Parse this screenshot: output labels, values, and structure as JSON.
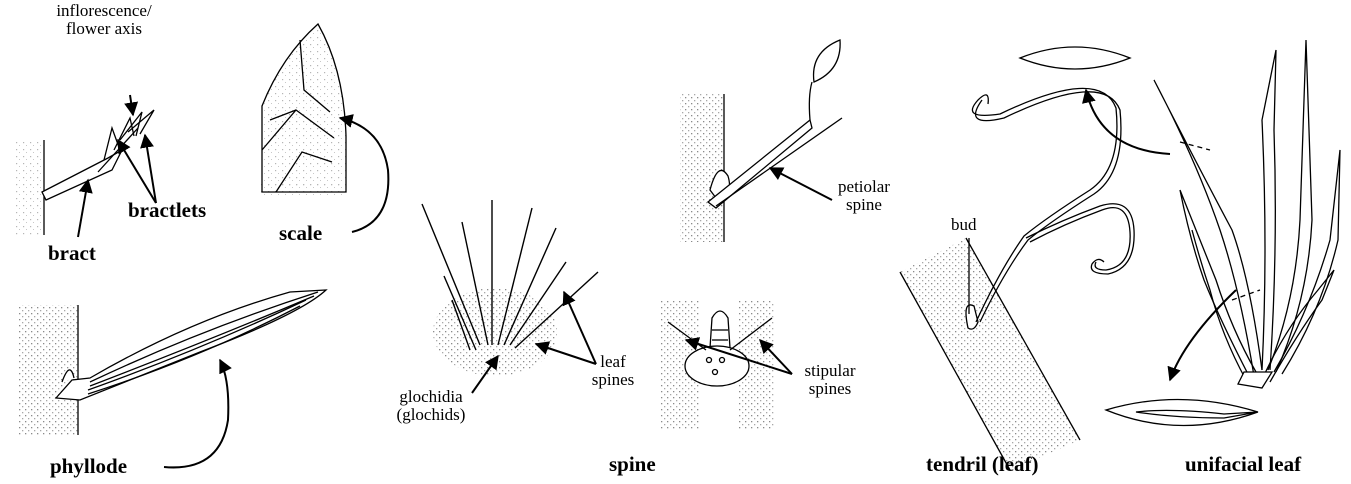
{
  "labels": {
    "inflorescence_line1": "inflorescence/",
    "inflorescence_line2": "flower axis",
    "bractlets": "bractlets",
    "bract": "bract",
    "scale": "scale",
    "phyllode": "phyllode",
    "petiolar_line1": "petiolar",
    "petiolar_line2": "spine",
    "glochidia_line1": "glochidia",
    "glochidia_line2": "(glochids)",
    "leaf_spines_line1": "leaf",
    "leaf_spines_line2": "spines",
    "stipular_line1": "stipular",
    "stipular_line2": "spines",
    "spine": "spine",
    "bud": "bud",
    "tendril": "tendril (leaf)",
    "unifacial": "unifacial leaf"
  }
}
